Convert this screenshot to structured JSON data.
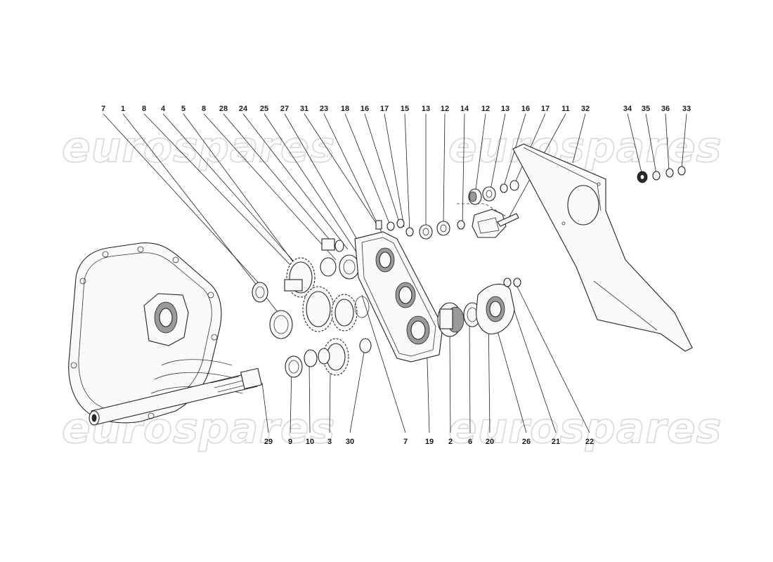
{
  "watermark": {
    "text": "eurospares",
    "repeat": 4
  },
  "callouts_top": [
    "7",
    "1",
    "8",
    "4",
    "5",
    "8",
    "28",
    "24",
    "25",
    "27",
    "31",
    "23",
    "18",
    "16",
    "17",
    "15",
    "13",
    "12",
    "14",
    "12",
    "13",
    "16",
    "17",
    "11",
    "32",
    "34",
    "35",
    "36",
    "33"
  ],
  "callouts_bottom": [
    "29",
    "9",
    "10",
    "3",
    "30",
    "7",
    "19",
    "2",
    "6",
    "20",
    "26",
    "21",
    "22"
  ],
  "colors": {
    "line": "#222222",
    "label": "#1a1a1a",
    "watermark_stroke": "#d8d8d8"
  }
}
